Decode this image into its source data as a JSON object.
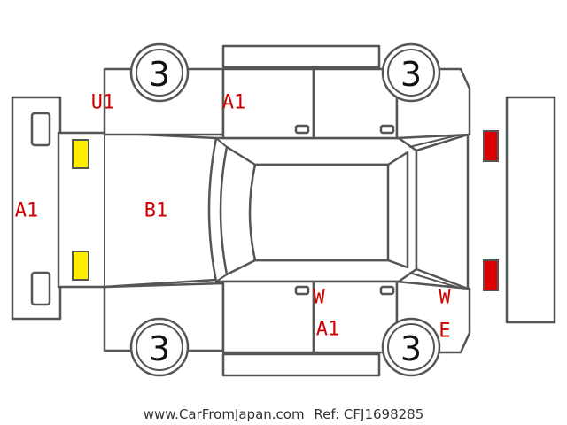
{
  "tyres": {
    "front_left": "3",
    "rear_left": "3",
    "front_right": "3",
    "rear_right": "3"
  },
  "damage_codes": {
    "front_bumper": "A1",
    "left_headlight": "U1",
    "left_front_door": "A1",
    "hood": "B1",
    "right_door_1": "W",
    "right_door_2": "A1",
    "right_rear_1": "W",
    "right_rear_2": "E"
  },
  "footer": {
    "source": "www.CarFromJapan.com",
    "reference": "Ref: CFJ1698285"
  },
  "colors": {
    "code_red": "#cc0000",
    "headlight_yellow": "#ffee00",
    "taillight_red": "#dd0000",
    "outline": "#555555"
  }
}
